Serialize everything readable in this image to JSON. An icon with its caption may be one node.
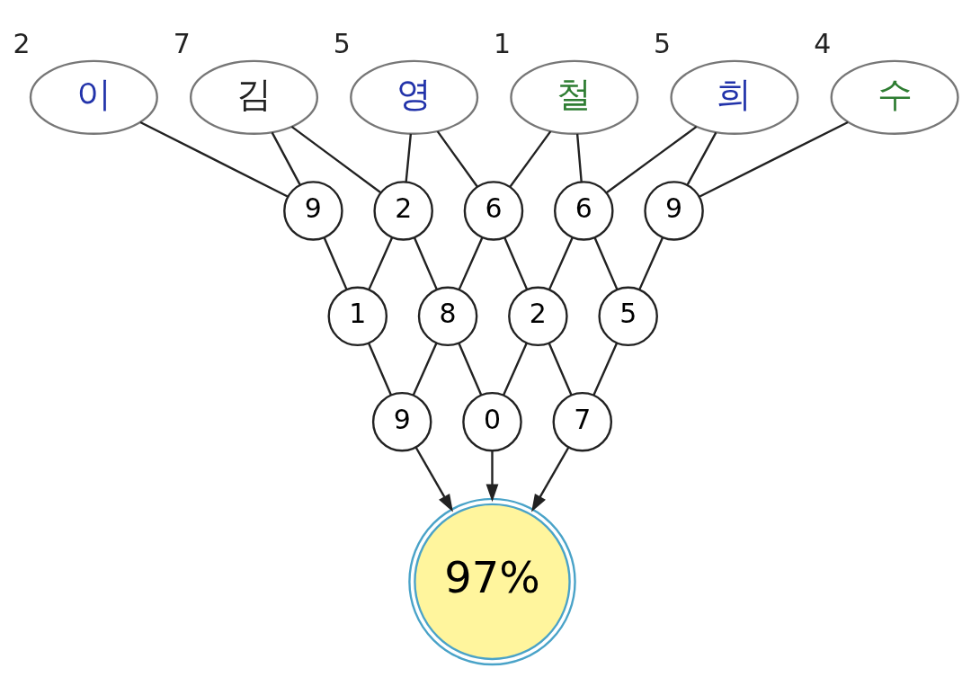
{
  "diagram": {
    "nodes": [
      {
        "text": [
          "이"
        ],
        "beside": [
          "2"
        ]
      },
      {
        "text": [
          "김"
        ],
        "beside": [
          "7"
        ]
      },
      {
        "text": [
          "영"
        ],
        "beside": [
          "5"
        ]
      },
      {
        "text": [
          "철"
        ],
        "beside": [
          "1"
        ]
      },
      {
        "text": [
          "희"
        ],
        "beside": [
          "5"
        ]
      },
      {
        "text": [
          "수"
        ],
        "beside": [
          "4"
        ]
      },
      {
        "text": [
          "9"
        ]
      },
      {
        "text": [
          "2"
        ]
      },
      {
        "text": [
          "6"
        ]
      },
      {
        "text": [
          "6"
        ]
      },
      {
        "text": [
          "9"
        ]
      },
      {
        "text": [
          "1"
        ]
      },
      {
        "text": [
          "8"
        ]
      },
      {
        "text": [
          "2"
        ]
      },
      {
        "text": [
          "5"
        ]
      },
      {
        "text": [
          "9"
        ]
      },
      {
        "text": [
          "0"
        ]
      },
      {
        "text": [
          "7"
        ]
      },
      {
        "text": [
          "97%"
        ]
      }
    ],
    "edges": [
      {
        "from": 0,
        "to": 6,
        "arrow": "none"
      },
      {
        "from": 1,
        "to": 6,
        "arrow": "none"
      },
      {
        "from": 1,
        "to": 7,
        "arrow": "none"
      },
      {
        "from": 2,
        "to": 7,
        "arrow": "none"
      },
      {
        "from": 2,
        "to": 8,
        "arrow": "none"
      },
      {
        "from": 3,
        "to": 8,
        "arrow": "none"
      },
      {
        "from": 3,
        "to": 9,
        "arrow": "none"
      },
      {
        "from": 4,
        "to": 9,
        "arrow": "none"
      },
      {
        "from": 4,
        "to": 10,
        "arrow": "none"
      },
      {
        "from": 5,
        "to": 10,
        "arrow": "none"
      },
      {
        "from": 6,
        "to": 11,
        "arrow": "none"
      },
      {
        "from": 7,
        "to": 11,
        "arrow": "none"
      },
      {
        "from": 7,
        "to": 12,
        "arrow": "none"
      },
      {
        "from": 8,
        "to": 12,
        "arrow": "none"
      },
      {
        "from": 8,
        "to": 13,
        "arrow": "none"
      },
      {
        "from": 9,
        "to": 13,
        "arrow": "none"
      },
      {
        "from": 9,
        "to": 14,
        "arrow": "none"
      },
      {
        "from": 10,
        "to": 14,
        "arrow": "none"
      },
      {
        "from": 11,
        "to": 15,
        "arrow": "none"
      },
      {
        "from": 12,
        "to": 15,
        "arrow": "none"
      },
      {
        "from": 12,
        "to": 16,
        "arrow": "none"
      },
      {
        "from": 13,
        "to": 16,
        "arrow": "none"
      },
      {
        "from": 13,
        "to": 17,
        "arrow": "none"
      },
      {
        "from": 14,
        "to": 17,
        "arrow": "none"
      },
      {
        "from": 15,
        "to": 18,
        "arrow": "to"
      },
      {
        "from": 16,
        "to": 18,
        "arrow": "to"
      },
      {
        "from": 17,
        "to": 18,
        "arrow": "to"
      }
    ]
  }
}
